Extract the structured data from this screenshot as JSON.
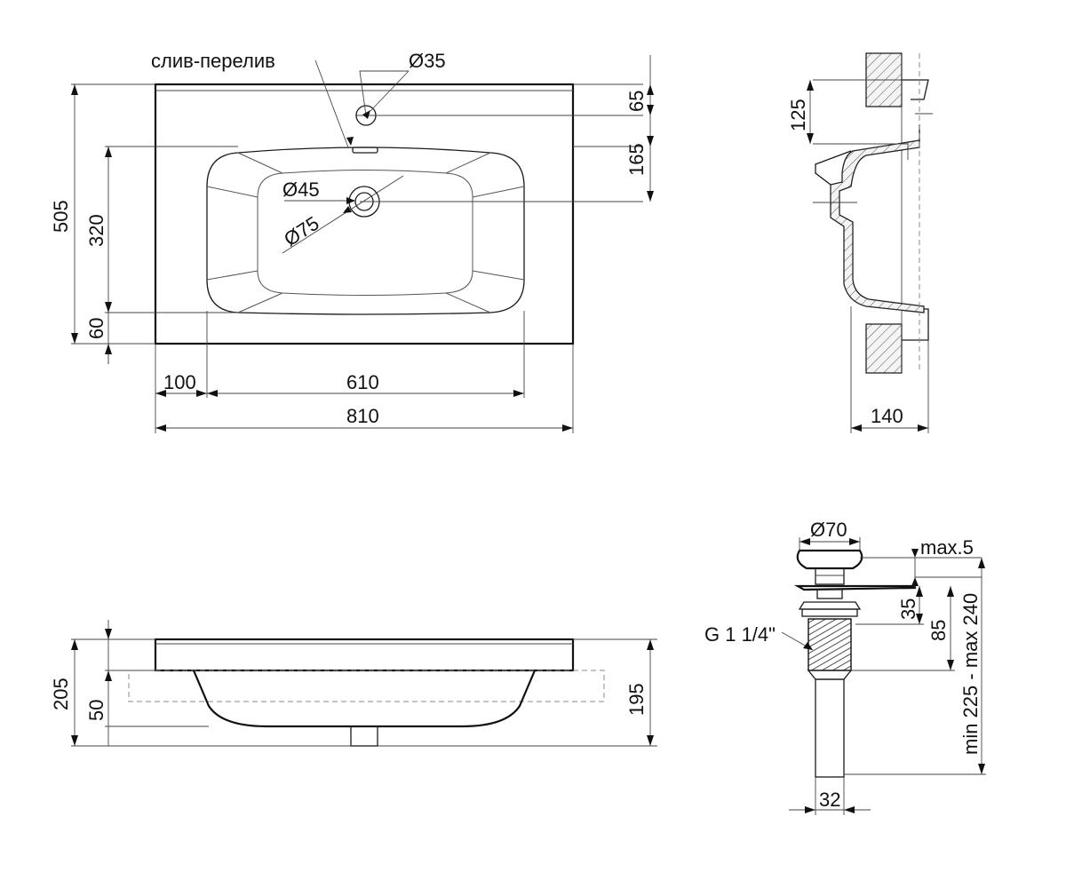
{
  "top_view": {
    "overflow_label": "слив-перелив",
    "tap_hole": "Ø35",
    "drain_hole": "Ø45",
    "drain_outer": "Ø75",
    "dims": {
      "total_depth": "505",
      "bowl_depth": "320",
      "front_offset": "60",
      "tap_to_back": "65",
      "tap_to_drain": "165",
      "left_offset": "100",
      "bowl_width": "610",
      "total_width": "810"
    }
  },
  "side_section": {
    "dims": {
      "top_height": "125",
      "depth": "140"
    }
  },
  "front_view": {
    "dims": {
      "total_height": "205",
      "body_height": "50",
      "bowl_height": "195"
    }
  },
  "drain_fitting": {
    "cap_diameter": "Ø70",
    "cap_gap": "max.5",
    "thread": "G 1 1/4\"",
    "dims": {
      "top_height": "35",
      "body_height": "85",
      "length_range": "min 225 - max 240",
      "pipe_diameter": "32"
    }
  },
  "colors": {
    "line": "#1a1a1a",
    "hatch": "#555555",
    "background": "#ffffff"
  }
}
